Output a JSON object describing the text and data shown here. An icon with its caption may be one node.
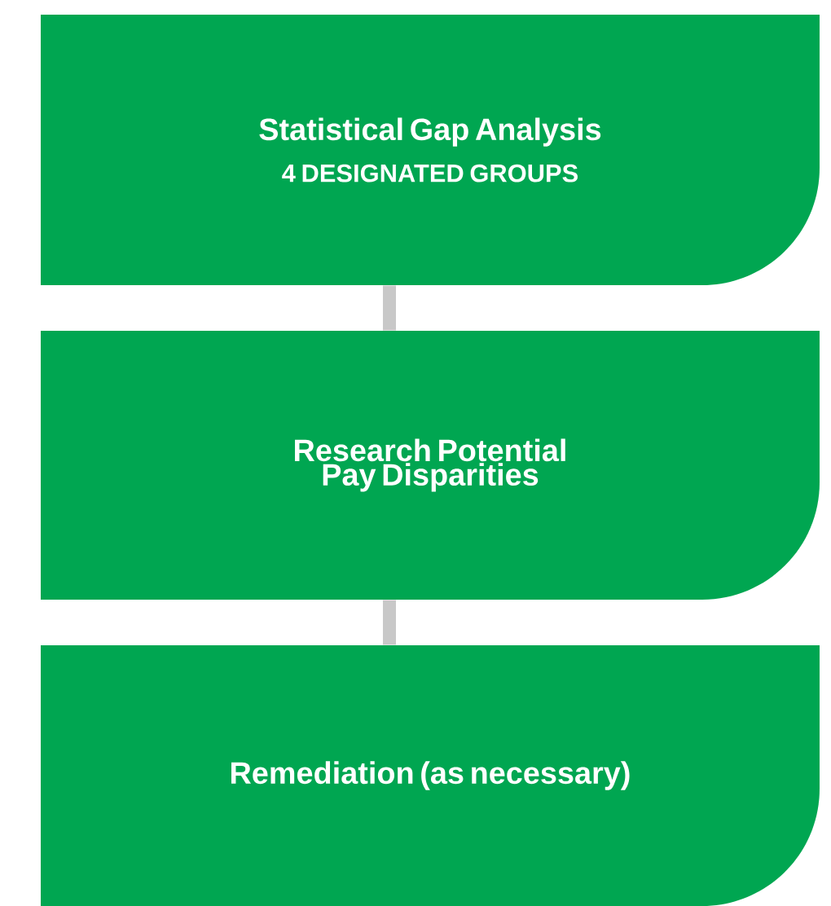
{
  "diagram": {
    "nodes": [
      {
        "text": [
          "Statistical Gap Analysis",
          "4 DESIGNATED GROUPS"
        ]
      },
      {
        "text": [
          "Research Potential Pay Disparities"
        ]
      },
      {
        "text": [
          "Remediation (as necessary)"
        ]
      }
    ],
    "edges": [
      {
        "from": 0,
        "to": 1,
        "arrow": "none"
      },
      {
        "from": 1,
        "to": 2,
        "arrow": "none"
      }
    ]
  }
}
